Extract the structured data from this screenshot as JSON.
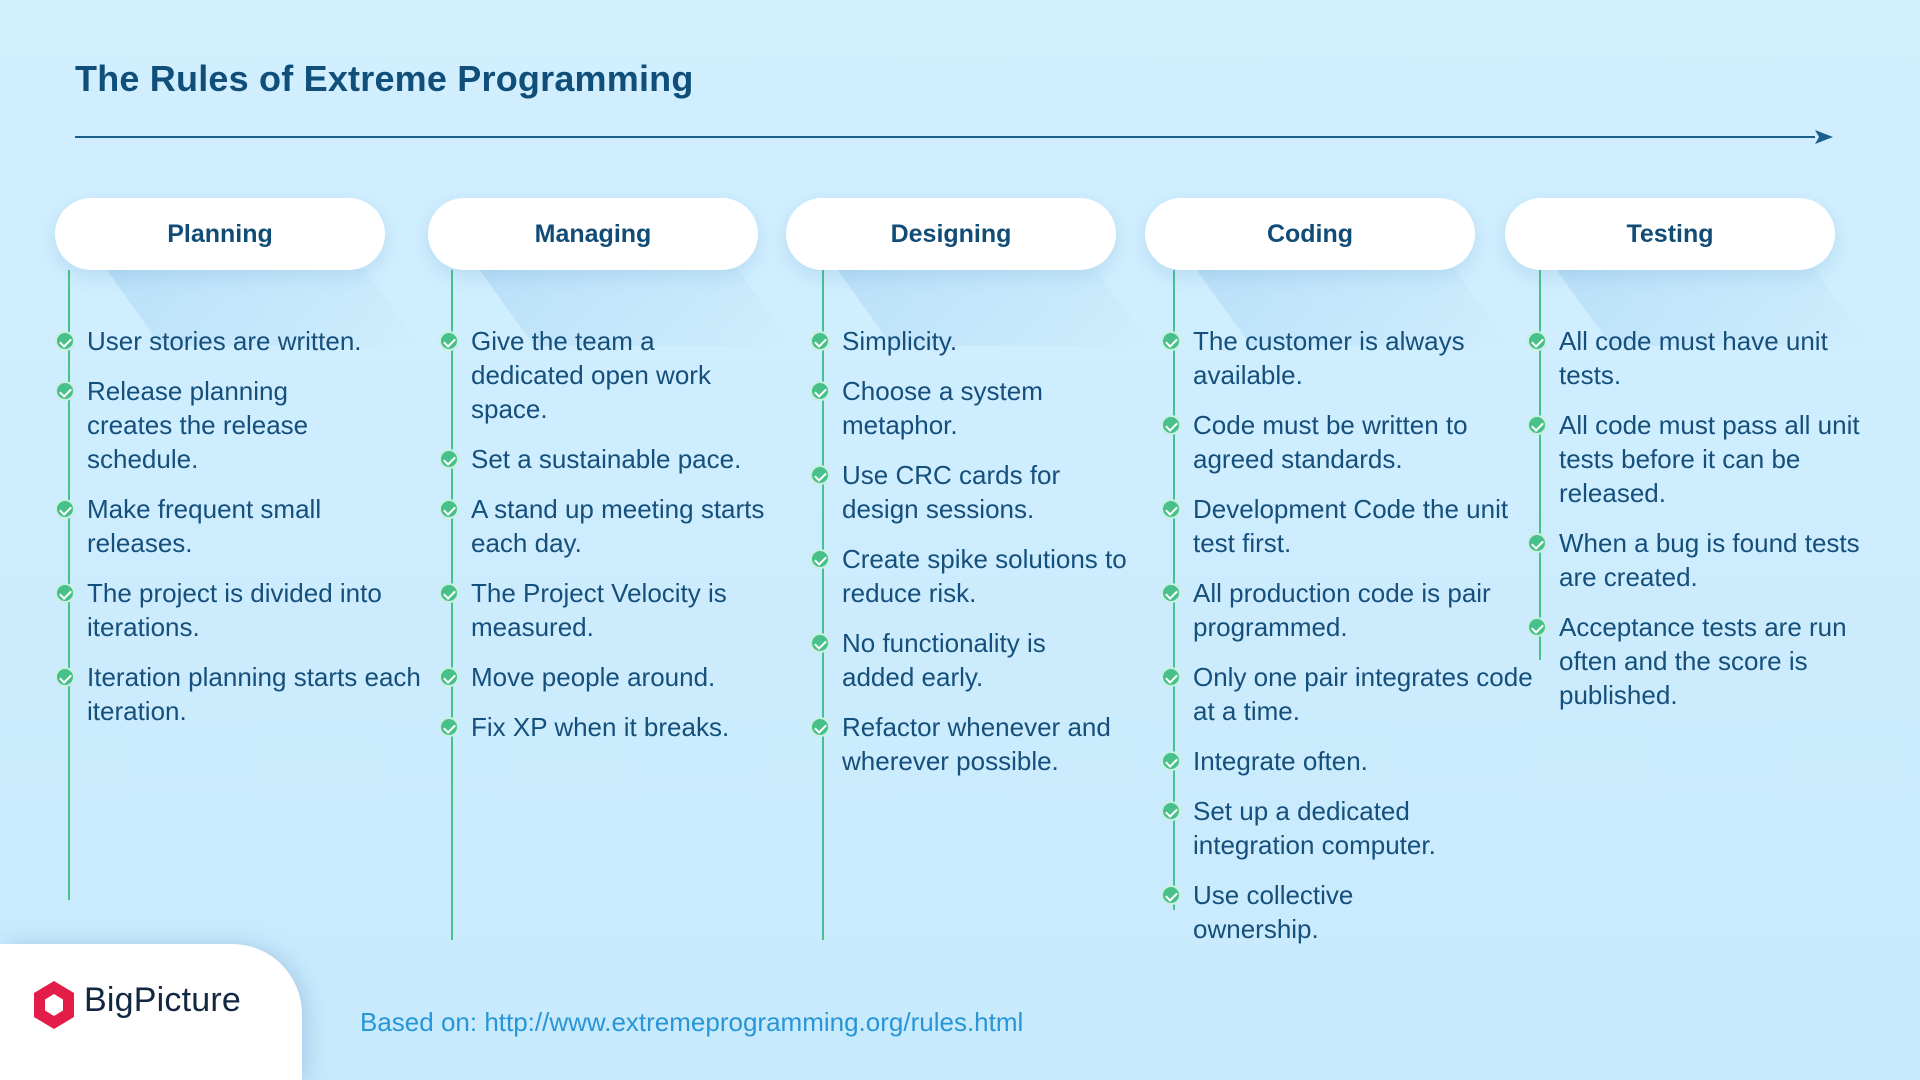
{
  "title": "The Rules of Extreme Programming",
  "columns": [
    {
      "heading": "Planning",
      "items": [
        "User stories are written.",
        "Release planning creates the release schedule.",
        "Make frequent small releases.",
        "The project is divided into iterations.",
        "Iteration planning starts each iteration."
      ]
    },
    {
      "heading": "Managing",
      "items": [
        "Give the team a dedicated open work space.",
        "Set a sustainable pace.",
        "A stand up meeting starts each day.",
        "The Project Velocity is measured.",
        "Move people around.",
        "Fix XP when it breaks."
      ]
    },
    {
      "heading": "Designing",
      "items": [
        "Simplicity.",
        "Choose a system metaphor.",
        "Use CRC cards for design sessions.",
        "Create spike solutions to reduce risk.",
        "No functionality is added early.",
        "Refactor whenever and wherever possible."
      ]
    },
    {
      "heading": "Coding",
      "items": [
        "The customer is always available.",
        "Code must be written to agreed standards.",
        "Development Code the unit test first.",
        "All production code is pair programmed.",
        "Only one pair integrates code at a time.",
        "Integrate often.",
        "Set up a dedicated integration computer.",
        "Use collective ownership."
      ]
    },
    {
      "heading": "Testing",
      "items": [
        "All code must have unit tests.",
        "All code must pass all unit tests before it  can be released.",
        "When a bug is found tests are created.",
        "Acceptance tests are run often and the score is published."
      ]
    }
  ],
  "brand": {
    "name": "BigPicture"
  },
  "footer": {
    "source": "Based on: http://www.extremeprogramming.org/rules.html"
  },
  "colors": {
    "background": "#cfeefe",
    "title": "#0f4f7a",
    "text": "#154f7b",
    "accent_green": "#47c08a",
    "link": "#2896d6",
    "brand_logo": "#e11d48"
  },
  "icons": {
    "bullet": "check-circle-icon",
    "timeline": "arrow-right-icon",
    "brand": "hexagon-logo-icon"
  }
}
